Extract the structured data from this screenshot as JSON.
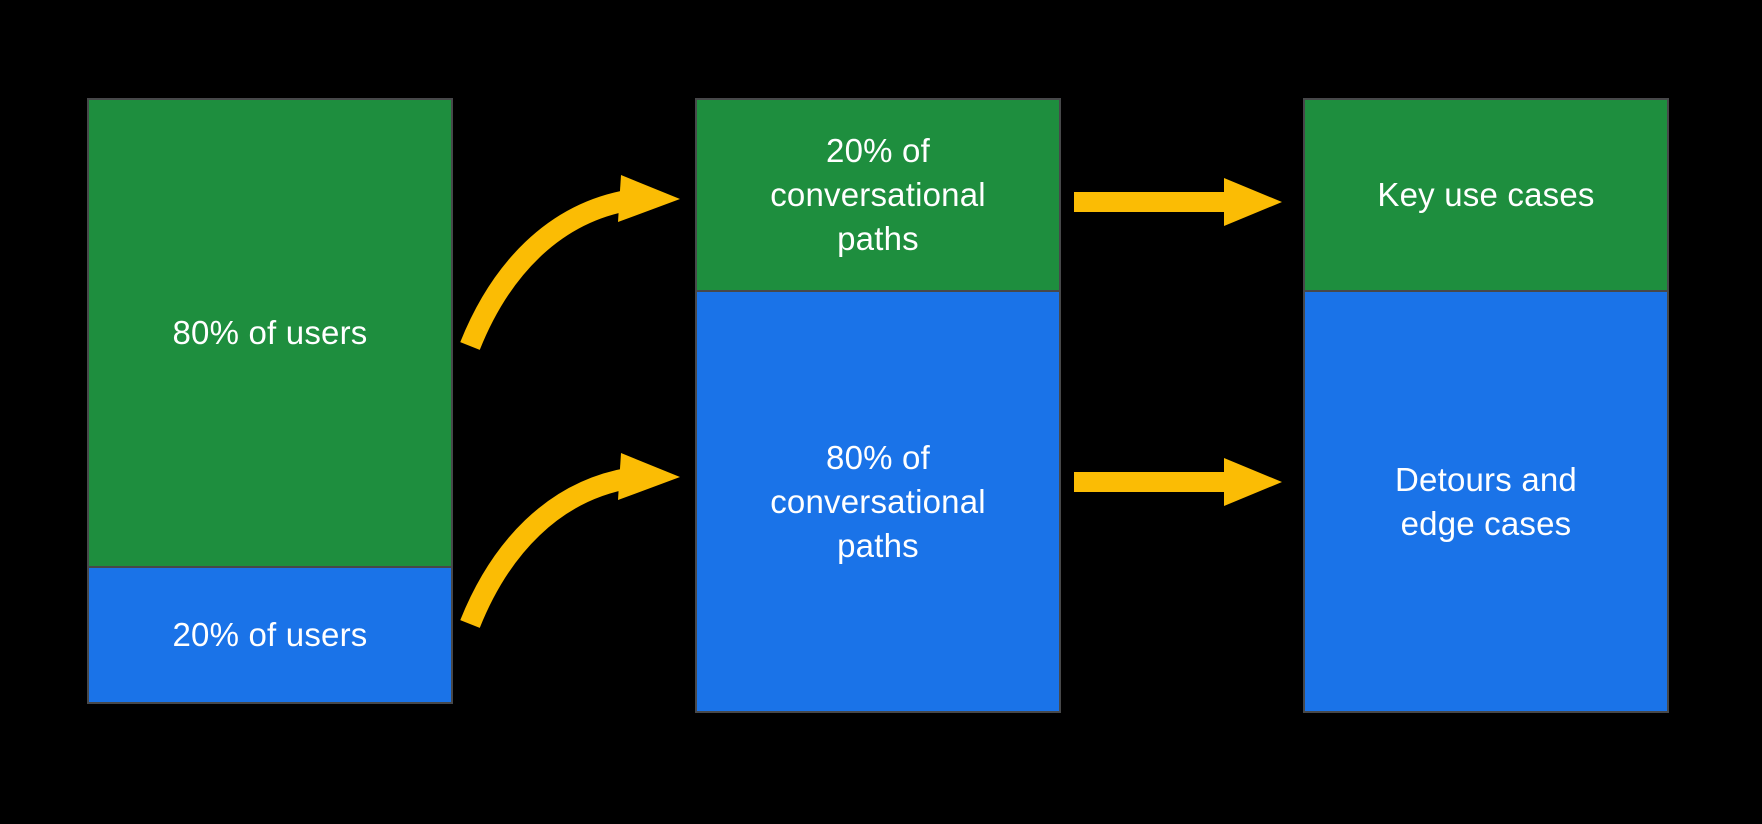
{
  "colors": {
    "background": "#000000",
    "green": "#1E8E3E",
    "blue": "#1A73E8",
    "arrow": "#FBBC04",
    "border": "#47484A",
    "text": "#FFFFFF"
  },
  "columns": [
    {
      "id": "users",
      "segments": [
        {
          "color": "green",
          "label": "80% of users",
          "value_pct": 80
        },
        {
          "color": "blue",
          "label": "20% of users",
          "value_pct": 20
        }
      ]
    },
    {
      "id": "conversational-paths",
      "segments": [
        {
          "color": "green",
          "label": "20% of\nconversational\npaths",
          "value_pct": 20
        },
        {
          "color": "blue",
          "label": "80% of\nconversational\npaths",
          "value_pct": 80
        }
      ]
    },
    {
      "id": "outcomes",
      "segments": [
        {
          "color": "green",
          "label": "Key use cases",
          "value_pct": 20
        },
        {
          "color": "blue",
          "label": "Detours and\nedge cases",
          "value_pct": 80
        }
      ]
    }
  ],
  "arrows": [
    {
      "style": "curved",
      "from": "80% of users",
      "to": "20% of conversational paths"
    },
    {
      "style": "curved",
      "from": "20% of users",
      "to": "80% of conversational paths"
    },
    {
      "style": "straight",
      "from": "20% of conversational paths",
      "to": "Key use cases"
    },
    {
      "style": "straight",
      "from": "80% of conversational paths",
      "to": "Detours and edge cases"
    }
  ]
}
